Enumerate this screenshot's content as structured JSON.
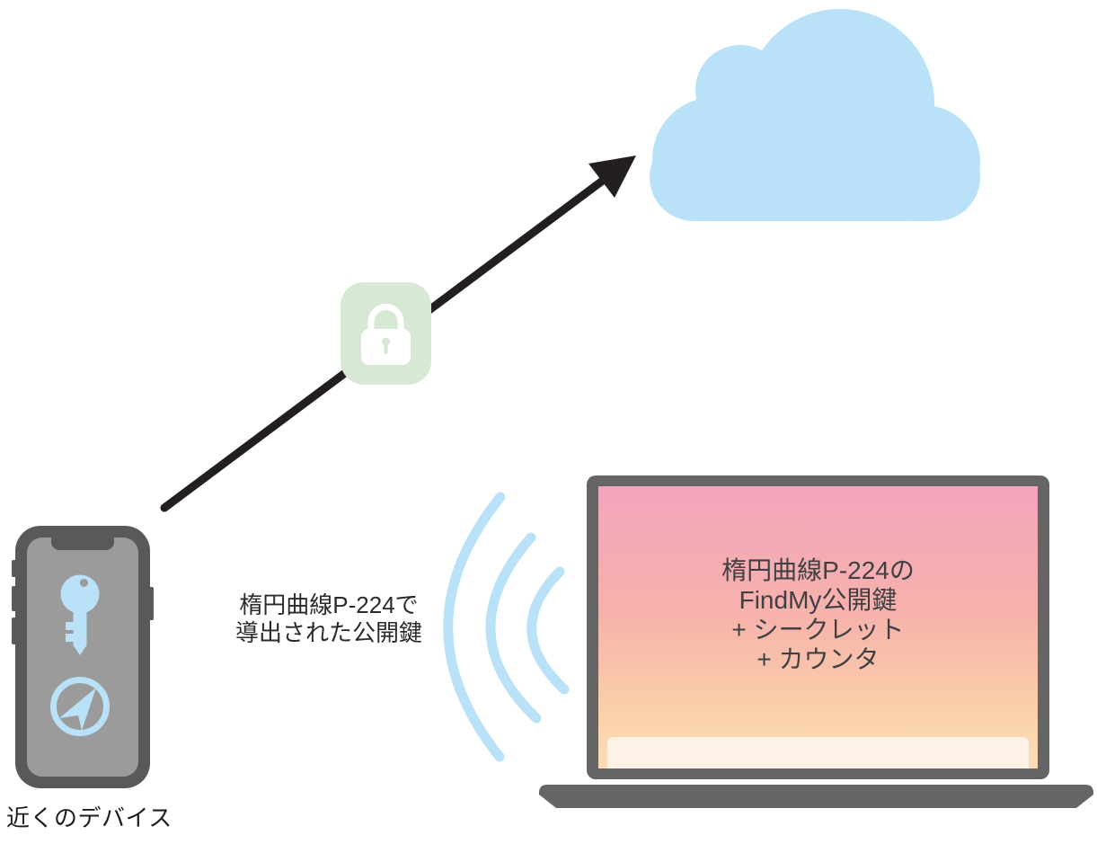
{
  "diagram": {
    "title_hint": "FindMy key upload diagram",
    "phone": {
      "label": "近くのデバイス"
    },
    "derived_key_label": {
      "lines": [
        "楕円曲線P-224で",
        "導出された公開鍵"
      ]
    },
    "laptop": {
      "screen_lines": [
        "楕円曲線P-224の",
        "FindMy公開鍵",
        "+ シークレット",
        "+ カウンタ"
      ]
    },
    "icons": {
      "cloud": "cloud-icon",
      "lock": "lock-icon",
      "key": "key-icon",
      "location": "location-arrow-icon",
      "wifi": "wifi-waves-icon",
      "arrow": "upload-arrow"
    },
    "colors": {
      "light-blue": "#b9e1f8",
      "light-green": "#d7e9d4",
      "screen-pink": "#f3a5bd",
      "screen-peach": "#fbd2a9",
      "screen-strip": "#fdf2e5",
      "phone-frame": "#58595b",
      "phone-screen": "#9b9b9b",
      "laptop-gray": "#656565",
      "arrow-black": "#231f20",
      "text-dark": "#2b2b2b"
    }
  }
}
